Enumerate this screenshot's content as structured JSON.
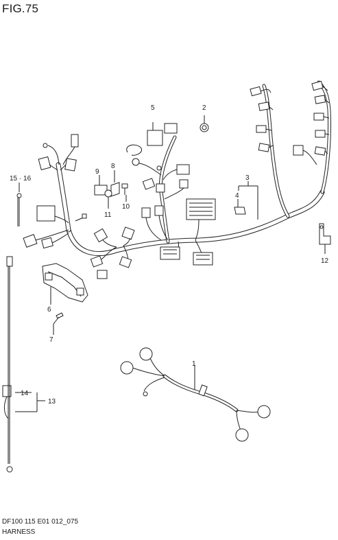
{
  "figure": {
    "title": "FIG.75",
    "code": "DF100 115 E01 012_075",
    "name": "HARNESS"
  },
  "callouts": {
    "c1": "1",
    "c2": "2",
    "c3": "3",
    "c4": "4",
    "c5": "5",
    "c6": "6",
    "c7": "7",
    "c8": "8",
    "c9": "9",
    "c10": "10",
    "c11": "11",
    "c12": "12",
    "c13": "13",
    "c14": "14",
    "c15_16": "15 · 16"
  }
}
